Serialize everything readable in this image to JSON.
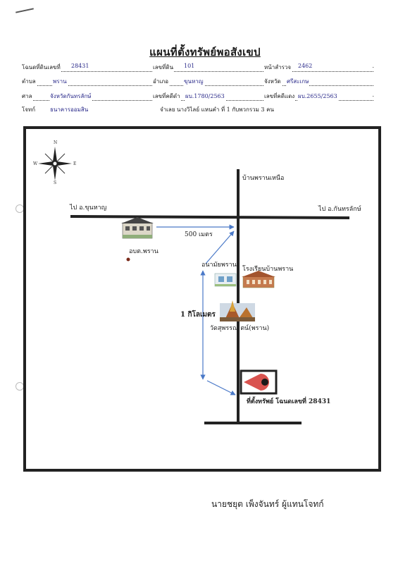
{
  "title": "แผนที่ตั้งทรัพย์พอสังเขป",
  "info": {
    "deed_label": "โฉนดที่ดินเลขที่",
    "deed_value": "28431",
    "land_no_label": "เลขที่ดิน",
    "land_no_value": "101",
    "survey_page_label": "หน้าสำรวจ",
    "survey_page_value": "2462",
    "subdistrict_label": "ตำบล",
    "subdistrict_value": "พราน",
    "district_label": "อำเภอ",
    "district_value": "ขุนหาญ",
    "province_label": "จังหวัด",
    "province_value": "ศรีสะเกษ",
    "court_label": "ศาล",
    "court_value": "จังหวัดกันทรลักษ์",
    "black_case_label": "เลขที่คดีดำ",
    "black_case_value": "ผบ.1780/2563",
    "red_case_label": "เลขที่คดีแดง",
    "red_case_value": "ผบ.2655/2563",
    "plaintiff_label": "โจทก์",
    "plaintiff_value": "ธนาคารออมสิน",
    "defendant_text": "จำเลย  นางวิไลย์  แหนคำ   ที่ 1 กับพวกรวม 3  คน",
    "end_mark": "."
  },
  "compass": {
    "n": "N",
    "s": "S",
    "e": "E",
    "w": "W"
  },
  "map": {
    "road_label_west": "ไป อ.ขุนหาญ",
    "road_label_east": "ไป อ.กันทรลักษ์",
    "road_label_north": "บ้านพรานเหนือ",
    "distance_500": "500 เมตร",
    "distance_1km": "1 กิโลเมตร",
    "landmark_sao": "อบต.พราน",
    "landmark_health": "อนามัยพราน",
    "landmark_school": "โรงเรียนบ้านพราน",
    "landmark_temple": "วัดสุพรรณ  ตน์(พราน)",
    "property_label": "ที่ตั้งทรัพย์ โฉนดเลขที่ 28431",
    "pin_color": "#d9534f"
  },
  "signature": "นายชยุต  เพ็งจันทร์  ผู้แทนโจทก์"
}
